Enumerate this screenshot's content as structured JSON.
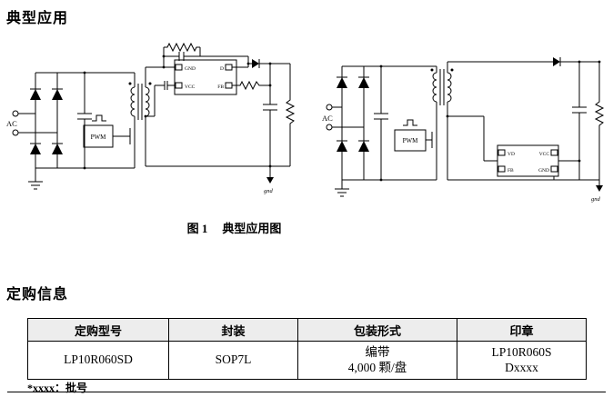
{
  "page": {
    "title_typical_application": "典型应用",
    "title_ordering_info": "定购信息",
    "figure_caption": {
      "prefix": "图 1",
      "text": "典型应用图"
    },
    "footnote": "*xxxx：批号"
  },
  "colors": {
    "table_header_bg": "#ededed",
    "line_color": "#000000"
  },
  "schematic_left": {
    "ac_label": "AC",
    "pwm_label": "PWM",
    "gnd_label": "gnd",
    "ic_pins": {
      "top_left": "GND",
      "top_right": "D",
      "bottom_left": "VCC",
      "bottom_right": "FB"
    }
  },
  "schematic_right": {
    "ac_label": "AC",
    "pwm_label": "PWM",
    "gnd_label": "gnd",
    "ic_pins": {
      "top_left": "VD",
      "top_right": "VCC",
      "bottom_left": "FB",
      "bottom_right": "GND"
    }
  },
  "order_table": {
    "headers": [
      "定购型号",
      "封装",
      "包装形式",
      "印章"
    ],
    "rows": [
      {
        "part_number": "LP10R060SD",
        "package": "SOP7L",
        "packing": [
          "编带",
          "4,000  颗/盘"
        ],
        "marking": [
          "LP10R060S",
          "Dxxxx"
        ]
      }
    ]
  }
}
